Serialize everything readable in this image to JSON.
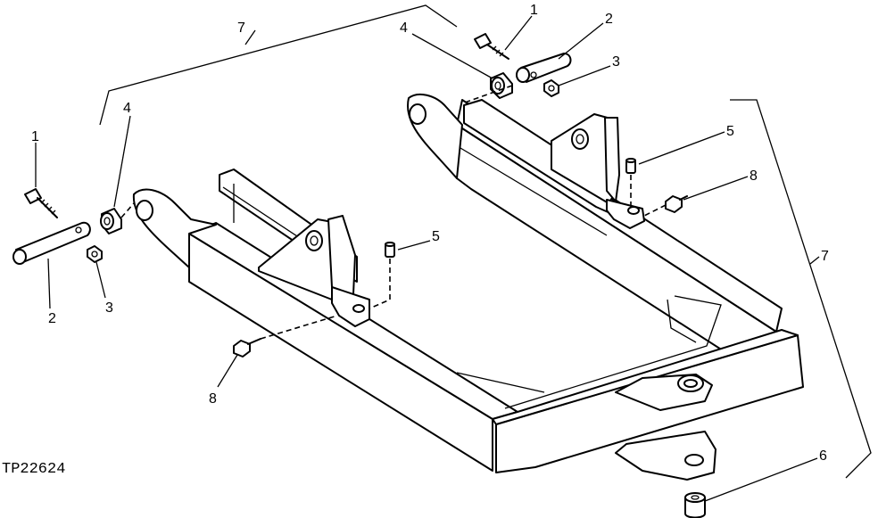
{
  "figure_code": "TP22624",
  "callouts": {
    "c1_left": "1",
    "c2_left": "2",
    "c3_left": "3",
    "c4_left": "4",
    "c5_left": "5",
    "c8_left": "8",
    "c7_top": "7",
    "c4_top": "4",
    "c1_top": "1",
    "c2_top": "2",
    "c3_top": "3",
    "c5_right": "5",
    "c8_right": "8",
    "c7_right": "7",
    "c6_right": "6"
  }
}
